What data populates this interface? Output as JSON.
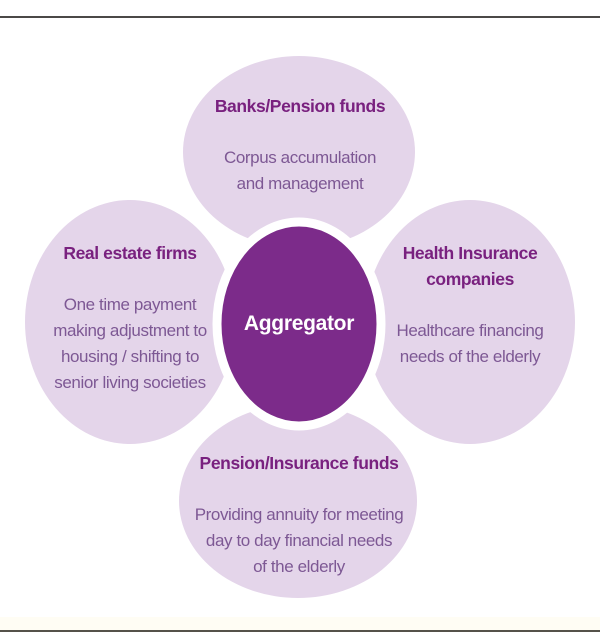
{
  "diagram": {
    "center": {
      "label": "Aggregator"
    },
    "nodes": [
      {
        "id": "banks-pension-funds",
        "title": "Banks/Pension funds",
        "description": "Corpus accumulation\nand management"
      },
      {
        "id": "real-estate-firms",
        "title": "Real estate firms",
        "description": "One time payment\nmaking adjustment to\nhousing / shifting to\nsenior living societies"
      },
      {
        "id": "health-insurance-companies",
        "title": "Health Insurance\ncompanies",
        "description": "Healthcare financing\nneeds of the elderly"
      },
      {
        "id": "pension-insurance-funds",
        "title": "Pension/Insurance funds",
        "description": "Providing annuity for meeting\nday to day financial needs\nof the elderly"
      }
    ],
    "colors": {
      "petal_fill": "#e4d5ea",
      "center_fill": "#7c2b8a",
      "center_ring": "#ffffff",
      "title_text": "#79217f",
      "body_text": "#7d5894",
      "center_text": "#ffffff",
      "top_rule": "#4b4947",
      "bottom_rule": "#55524a"
    }
  }
}
